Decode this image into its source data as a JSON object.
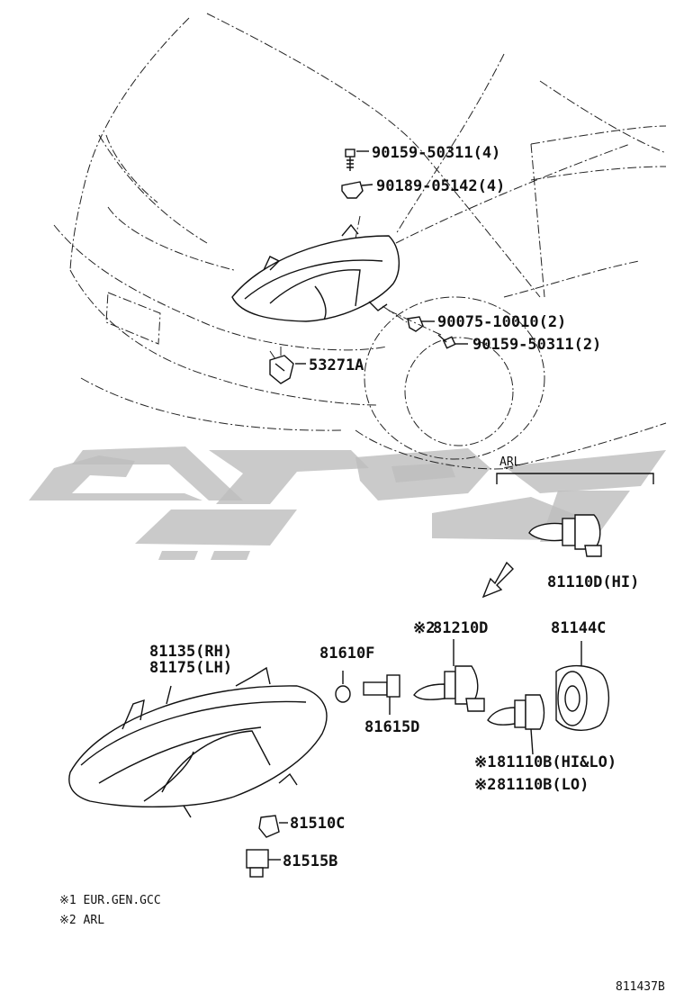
{
  "labels": {
    "screw_top_a": "90159-50311(4)",
    "clip_top": "90189-05142(4)",
    "clip_side": "90075-10010(2)",
    "screw_side": "90159-50311(2)",
    "bracket": "53271A",
    "arl": "ARL",
    "bulb_hi": "81110D(HI)",
    "socket_marker": "※2",
    "socket": "81210D",
    "cover": "81144C",
    "lamp_rh": "81135(RH)",
    "lamp_lh": "81175(LH)",
    "side_bulb": "81610F",
    "side_socket": "81615D",
    "bulb_hilo_marker": "※1",
    "bulb_hilo": "81110B(HI&LO)",
    "bulb_lo_marker": "※2",
    "bulb_lo": "81110B(LO)",
    "small_bulb": "81510C",
    "small_socket": "81515B",
    "note1": "※1 EUR.GEN.GCC",
    "note2": "※2 ARL",
    "diagram_id": "811437B"
  },
  "watermark_color": "#bdbdbd",
  "line_color": "#111111"
}
